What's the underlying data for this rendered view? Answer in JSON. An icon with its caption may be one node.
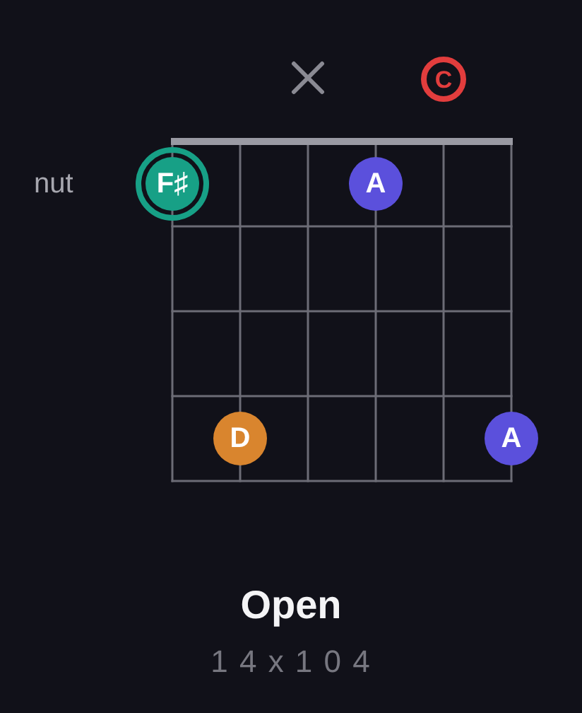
{
  "diagram": {
    "title": "Open",
    "caption": "1 4 x 1 0 4",
    "nodes": [
      {
        "text": [
          "C"
        ]
      },
      {
        "text": [
          "F♯"
        ]
      },
      {
        "text": [
          "A"
        ]
      },
      {
        "text": [
          "D"
        ]
      },
      {
        "text": [
          "A"
        ]
      }
    ],
    "labels": [
      "nut"
    ]
  }
}
